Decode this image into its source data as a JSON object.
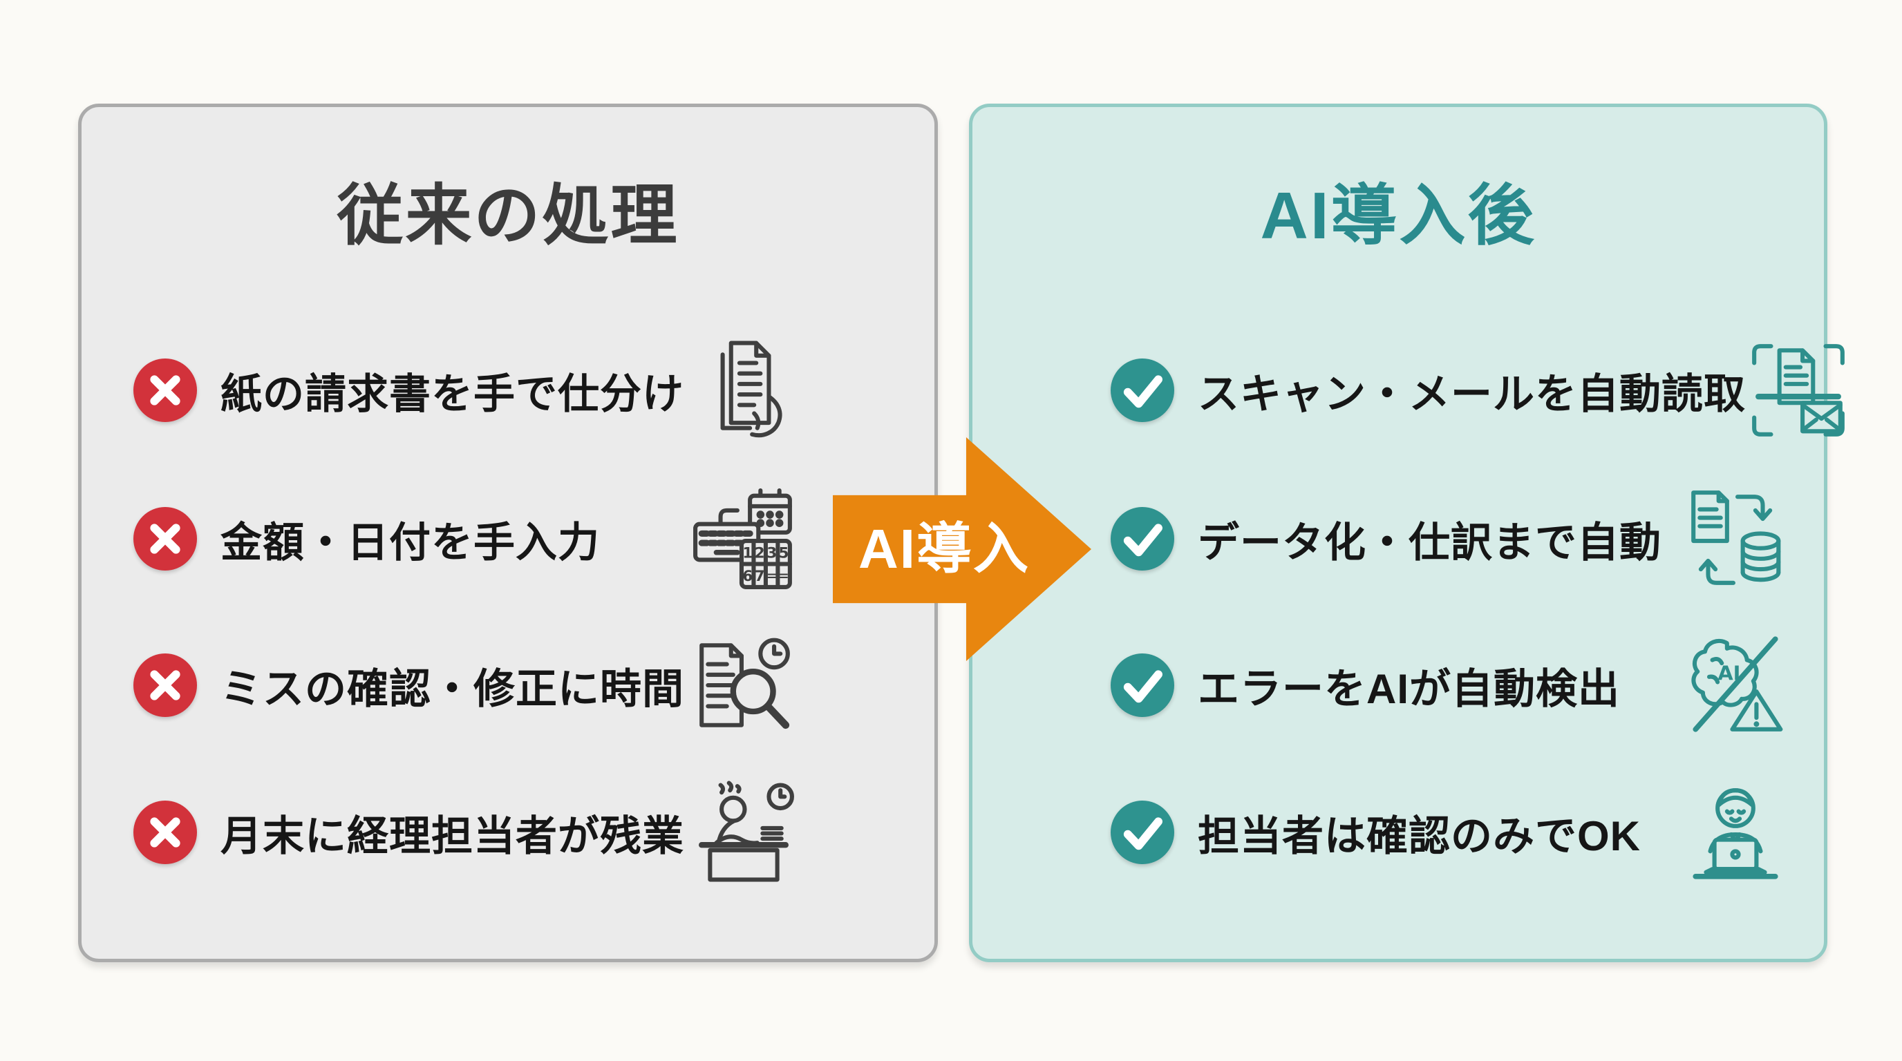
{
  "colors": {
    "page_bg": "#FBFAF6",
    "left_bg": "#EBEBEB",
    "left_border": "#ABABAB",
    "right_bg": "#D7ECE8",
    "right_border": "#93CCC5",
    "red": "#D2323B",
    "teal": "#2E938F",
    "teal_title": "#2A8B8E",
    "orange": "#E8860F",
    "text": "#161616",
    "title_gray": "#3C3C3C",
    "icon_gray": "#3F3F3F",
    "icon_teal": "#2E8F8C"
  },
  "before_panel": {
    "title": "従来の処理",
    "badge_icon": "cross-icon",
    "items": [
      {
        "label": "紙の請求書を手で仕分け",
        "icon": "invoice-hand-icon"
      },
      {
        "label": "金額・日付を手入力",
        "icon": "keyboard-calculator-icon"
      },
      {
        "label": "ミスの確認・修正に時間",
        "icon": "error-check-time-icon"
      },
      {
        "label": "月末に経理担当者が残業",
        "icon": "overtime-worker-icon"
      }
    ]
  },
  "arrow": {
    "label": "AI導入"
  },
  "after_panel": {
    "title": "AI導入後",
    "badge_icon": "check-icon",
    "items": [
      {
        "label": "スキャン・メールを自動読取",
        "icon": "scan-mail-icon"
      },
      {
        "label": "データ化・仕訳まで自動",
        "icon": "data-sync-icon"
      },
      {
        "label": "エラーをAIが自動検出",
        "icon": "ai-error-detection-icon"
      },
      {
        "label": "担当者は確認のみでOK",
        "icon": "operator-laptop-icon"
      }
    ]
  }
}
